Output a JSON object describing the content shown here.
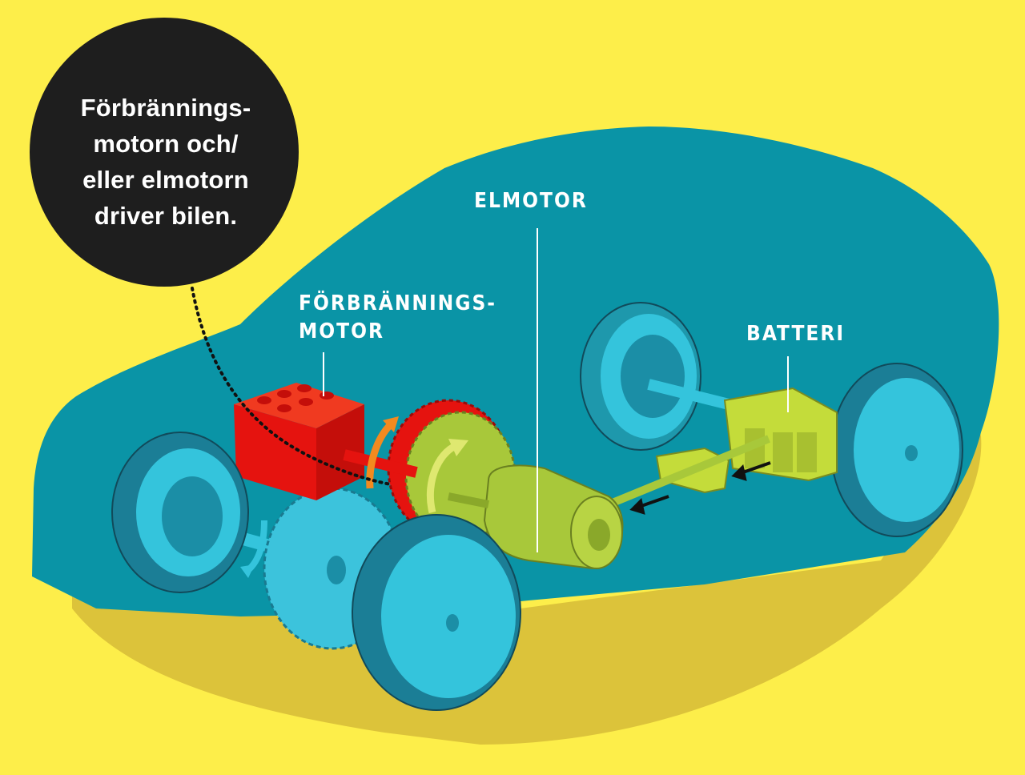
{
  "callout": {
    "text": "Förbrännings-\nmotorn och/\neller elmotorn\ndriver bilen."
  },
  "labels": {
    "elmotor": "ELMOTOR",
    "ice_line1": "FÖRBRÄNNINGS-",
    "ice_line2": "MOTOR",
    "batteri": "BATTERI"
  },
  "colors": {
    "background": "#fdee4a",
    "car_body": "#0896a8",
    "wheel_tire": "#1b8ea6",
    "wheel_face": "#34c4dc",
    "combustion_engine": "#e5130f",
    "electric_motor": "#a8c83a",
    "battery": "#c4dc3a",
    "gear_red": "#e5130f",
    "gear_green": "#a8c83a",
    "gear_blue": "#3cc3dc",
    "arrow_orange": "#f28a1f",
    "callout_bubble": "#1e1e1e"
  }
}
